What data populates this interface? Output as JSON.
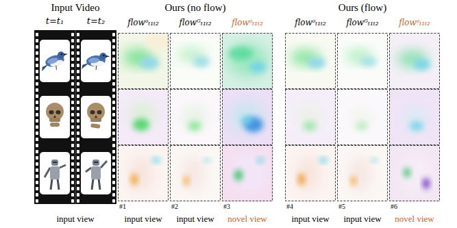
{
  "diagram": {
    "labels": [
      "Input Video",
      "Ours (no flow)",
      "Ours (flow)",
      "t=t₁",
      "t=t₂",
      "flowᵒₜ₁ₜ₂",
      "flowᴳₜ₁ₜ₂",
      "flowᵒₜ₁ₜ₂",
      "flowᵒₜ₁ₜ₂",
      "flowᴳₜ₁ₜ₂",
      "flowᵒₜ₁ₜ₂",
      "#1",
      "#2",
      "#3",
      "#4",
      "#5",
      "#6",
      "input view",
      "input view",
      "input view",
      "novel view",
      "input view",
      "input view",
      "novel view"
    ]
  }
}
